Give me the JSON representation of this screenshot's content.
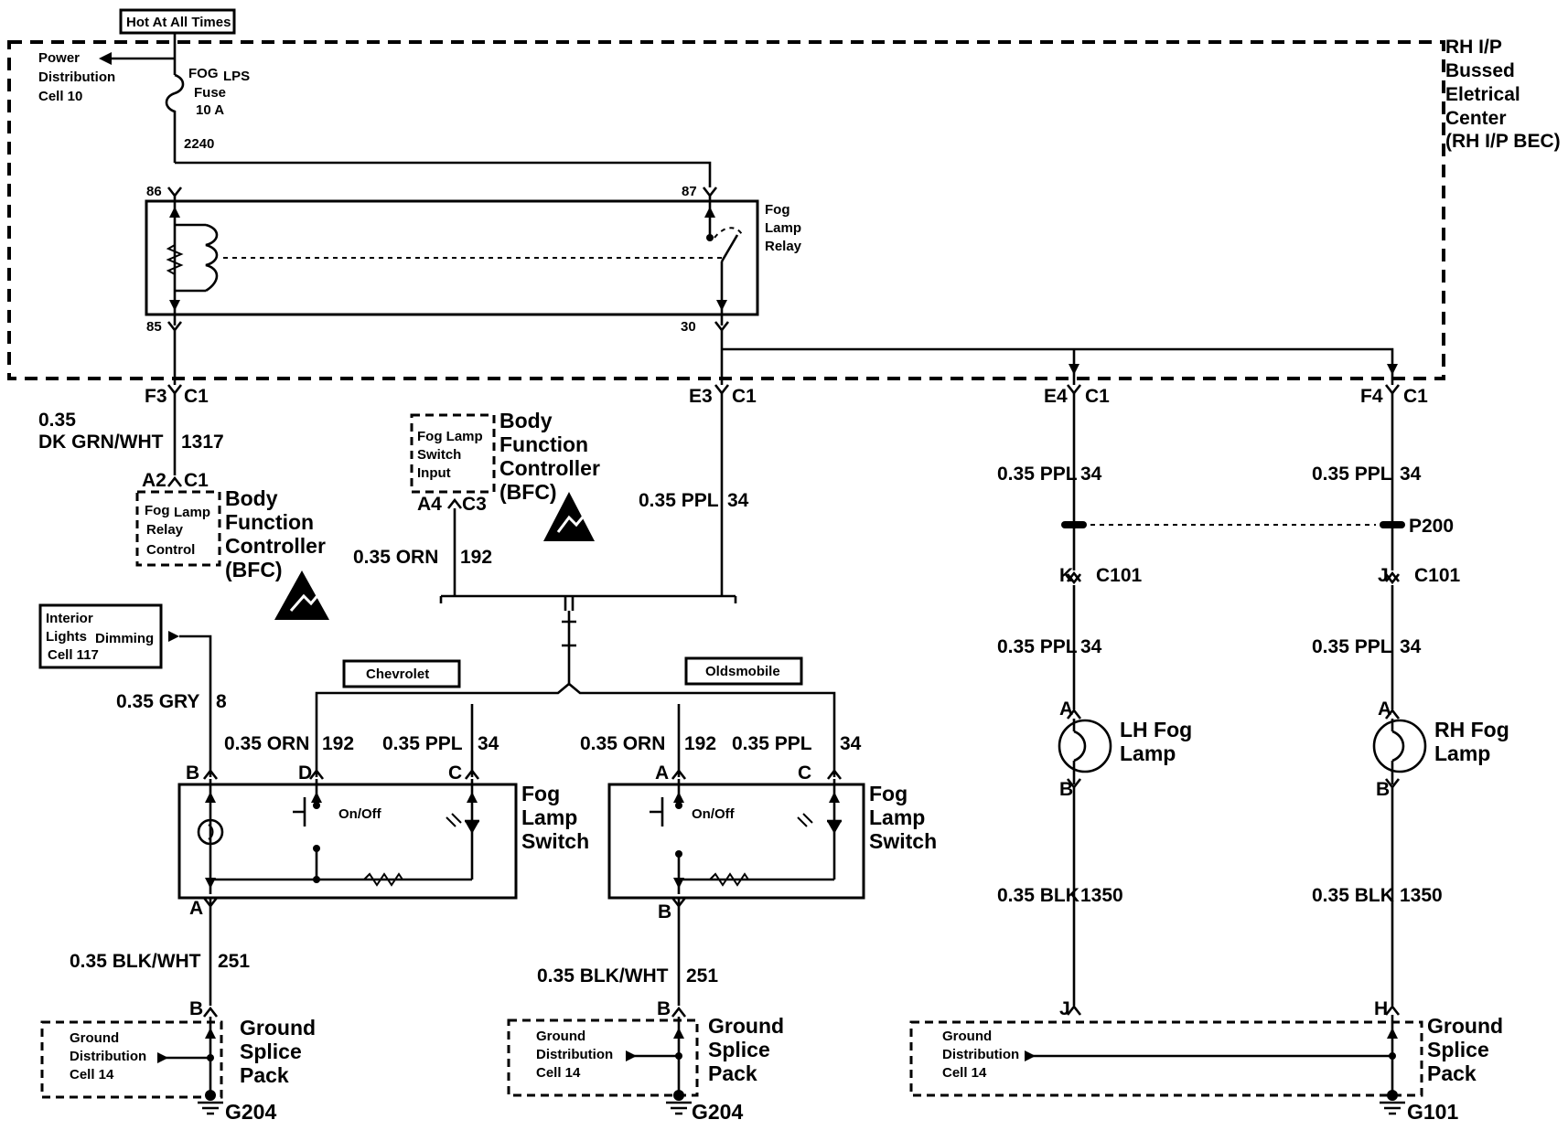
{
  "top": {
    "hot_label": "Hot At All Times",
    "power_dist": [
      "Power",
      "Distribution",
      "Cell 10"
    ],
    "fuse": [
      "FOG",
      "LPS",
      "Fuse",
      "10 A"
    ],
    "wire_2240": "2240"
  },
  "bec": {
    "label": [
      "RH I/P",
      "Bussed",
      "Eletrical",
      "Center",
      "(RH I/P BEC)"
    ]
  },
  "relay": {
    "label": [
      "Fog",
      "Lamp",
      "Relay"
    ],
    "pin86": "86",
    "pin87": "87",
    "pin85": "85",
    "pin30": "30"
  },
  "connectors": {
    "f3": "F3",
    "e3": "E3",
    "e4": "E4",
    "f4": "F4",
    "c1": "C1",
    "a2": "A2",
    "a4": "A4",
    "c3": "C3",
    "k": "K",
    "j": "J",
    "c101": "C101",
    "p200": "P200"
  },
  "wires": {
    "w1317_gauge": "0.35",
    "w1317_color": "DK GRN/WHT",
    "w1317_num": "1317",
    "ppl_34": "0.35 PPL",
    "num_34": "34",
    "orn_192": "0.35 ORN",
    "num_192": "192",
    "gry_8": "0.35 GRY",
    "num_8": "8",
    "blkwht_251": "0.35 BLK/WHT",
    "num_251": "251",
    "blk_1350": "0.35 BLK",
    "num_1350": "1350"
  },
  "bfc": {
    "title": [
      "Body",
      "Function",
      "Controller",
      "(BFC)"
    ],
    "relay_control": [
      "Fog",
      "Lamp",
      "Relay",
      "Control"
    ],
    "switch_input": [
      "Fog Lamp",
      "Switch",
      "Input"
    ]
  },
  "dimming": [
    "Interior",
    "Lights",
    "Dimming",
    "Cell 117"
  ],
  "brands": {
    "chevrolet": "Chevrolet",
    "oldsmobile": "Oldsmobile"
  },
  "switch": {
    "label": [
      "Fog",
      "Lamp",
      "Switch"
    ],
    "onoff": "On/Off",
    "pins": {
      "a": "A",
      "b": "B",
      "c": "C",
      "d": "D",
      "h": "H",
      "j": "J"
    }
  },
  "lamps": {
    "lh": [
      "LH Fog",
      "Lamp"
    ],
    "rh": [
      "RH Fog",
      "Lamp"
    ]
  },
  "ground": {
    "splice": [
      "Ground",
      "Splice",
      "Pack"
    ],
    "dist": [
      "Ground",
      "Distribution",
      "Cell 14"
    ],
    "g204": "G204",
    "g101": "G101"
  }
}
